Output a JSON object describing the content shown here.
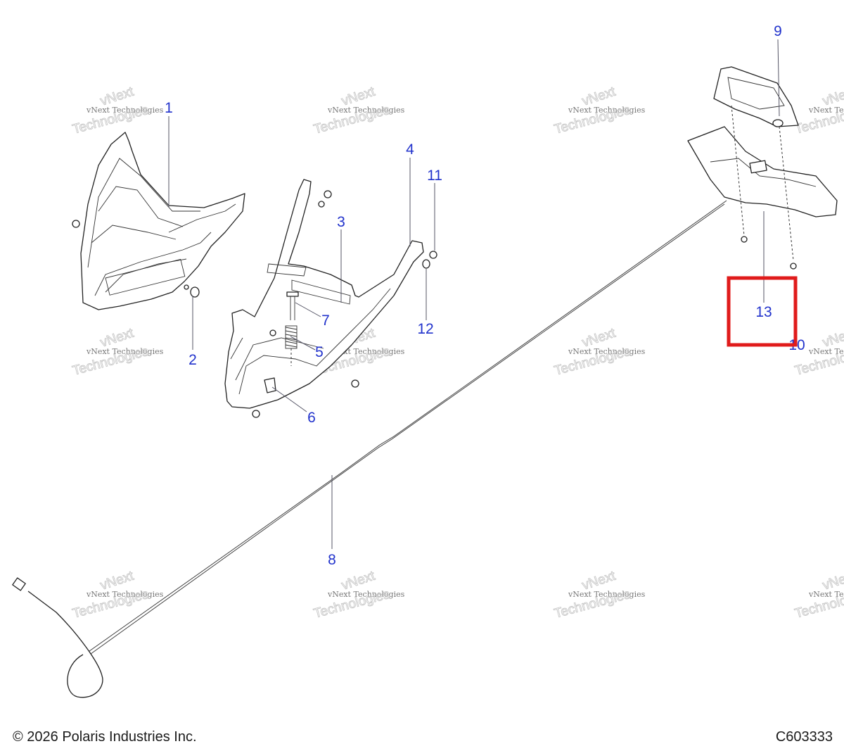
{
  "watermark": {
    "line1": "vNext Technologies",
    "line2": "vNext",
    "line3": "Technologies"
  },
  "callouts": [
    "1",
    "2",
    "3",
    "4",
    "5",
    "6",
    "7",
    "8",
    "9",
    "10",
    "11",
    "12",
    "13"
  ],
  "highlight": {
    "callout": "13",
    "color": "#e01b1b"
  },
  "callout_color": "#2233cc",
  "footer": {
    "copyright": "© 2026 Polaris Industries Inc.",
    "diagram_code": "C603333"
  }
}
